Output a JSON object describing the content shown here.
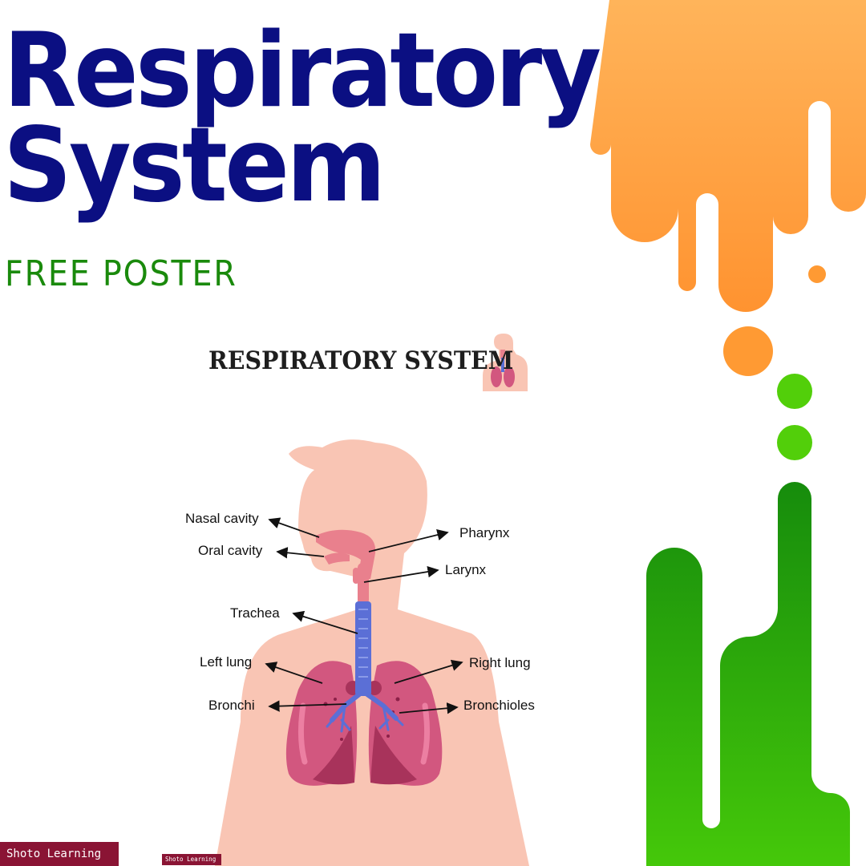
{
  "header": {
    "title_line1": "Respiratory",
    "title_line2": "System",
    "subtitle": "FREE POSTER"
  },
  "poster": {
    "title": "RESPIRATORY SYSTEM",
    "labels": {
      "nasal_cavity": "Nasal cavity",
      "oral_cavity": "Oral cavity",
      "pharynx": "Pharynx",
      "larynx": "Larynx",
      "trachea": "Trachea",
      "left_lung": "Left lung",
      "right_lung": "Right lung",
      "bronchi": "Bronchi",
      "bronchioles": "Bronchioles"
    }
  },
  "watermarks": {
    "large": "Shoto Learning",
    "small": "Shoto Learning"
  },
  "colors": {
    "title": "#0b0f82",
    "subtitle": "#1a8a0c",
    "orange": "#ff9a33",
    "green": "#2aa80c",
    "skin": "#f9c5b4",
    "lung": "#d2577f",
    "trachea": "#5b6fd6",
    "badge": "#8a1434"
  }
}
